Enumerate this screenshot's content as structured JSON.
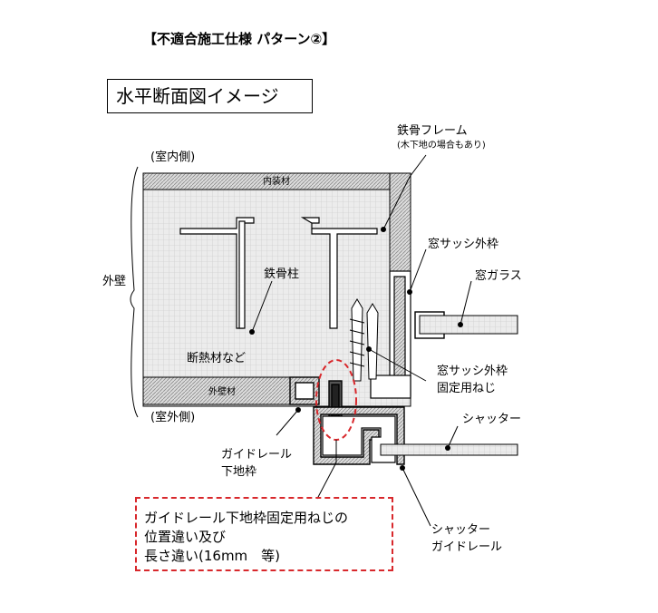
{
  "title": "【不適合施工仕様 パターン②】",
  "subtitle": "水平断面図イメージ",
  "labels": {
    "indoor_side": "(室内側)",
    "outdoor_side": "(室外側)",
    "exterior_wall": "外壁",
    "interior_material": "内装材",
    "exterior_material": "外壁材",
    "steel_column": "鉄骨柱",
    "insulation": "断熱材など",
    "steel_frame": "鉄骨フレーム",
    "steel_frame_note": "(木下地の場合もあり)",
    "sash_outer_frame": "窓サッシ外枠",
    "window_glass": "窓ガラス",
    "sash_screw_line1": "窓サッシ外枠",
    "sash_screw_line2": "固定用ねじ",
    "shutter": "シャッター",
    "guide_base_line1": "ガイドレール",
    "guide_base_line2": "下地枠",
    "shutter_guide_line1": "シャッター",
    "shutter_guide_line2": "ガイドレール"
  },
  "note": {
    "line1": "ガイドレール下地枠固定用ねじの",
    "line2": "位置違い及び",
    "line3": "長さ違い(16mm　等)"
  },
  "colors": {
    "hatch": "#c9c9c9",
    "insulation_fill": "#e6e6e6",
    "frame": "#000000",
    "highlight": "#d8282c"
  }
}
